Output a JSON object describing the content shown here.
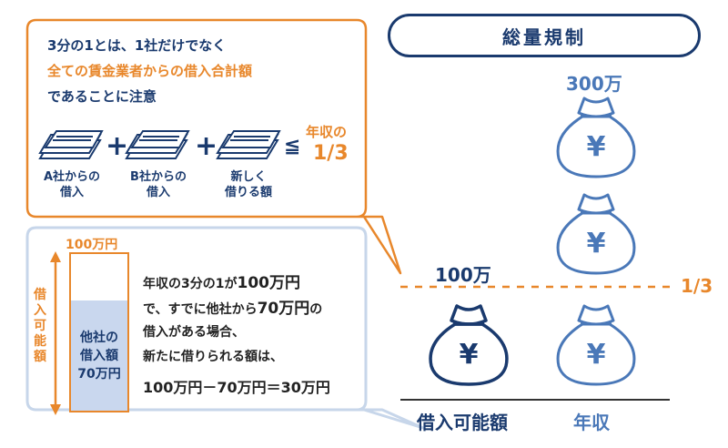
{
  "title": "総量規制",
  "callout": {
    "line1": "3分の1とは、1社だけでなく",
    "line2": "全ての賃金業者からの借入合計額",
    "line3": "であることに注意",
    "items": [
      {
        "line1": "A社からの",
        "line2": "借入"
      },
      {
        "line1": "B社からの",
        "line2": "借入"
      },
      {
        "line1": "新しく",
        "line2": "借りる額"
      }
    ],
    "plus": "+",
    "leq": "≦",
    "ratio_label": "年収の",
    "ratio_value": "1/3"
  },
  "explain": {
    "bar_top_label": "100万円",
    "side_label": "借入可能額",
    "fill_line1": "他社の",
    "fill_line2": "借入額",
    "fill_line3": "70万円",
    "text1_a": "年収の3分の1が",
    "text1_b": "100万円",
    "text2_a": "で、すでに他社から",
    "text2_b": "70万円",
    "text2_c": "の",
    "text3": "借入がある場合、",
    "text4": "新たに借りられる額は、",
    "equation": "100万円－70万円＝30万円"
  },
  "chart": {
    "income_label": "300万",
    "limit_label": "100万",
    "ratio_label": "1/3",
    "yen_symbol": "¥",
    "xlabel_left": "借入可能額",
    "xlabel_right": "年収"
  },
  "colors": {
    "navy": "#1a3a6e",
    "orange": "#e8872b",
    "bag_light": "#4a78b8",
    "panel_border": "#c7d6ea",
    "fill_blue": "#c9d7ee"
  }
}
